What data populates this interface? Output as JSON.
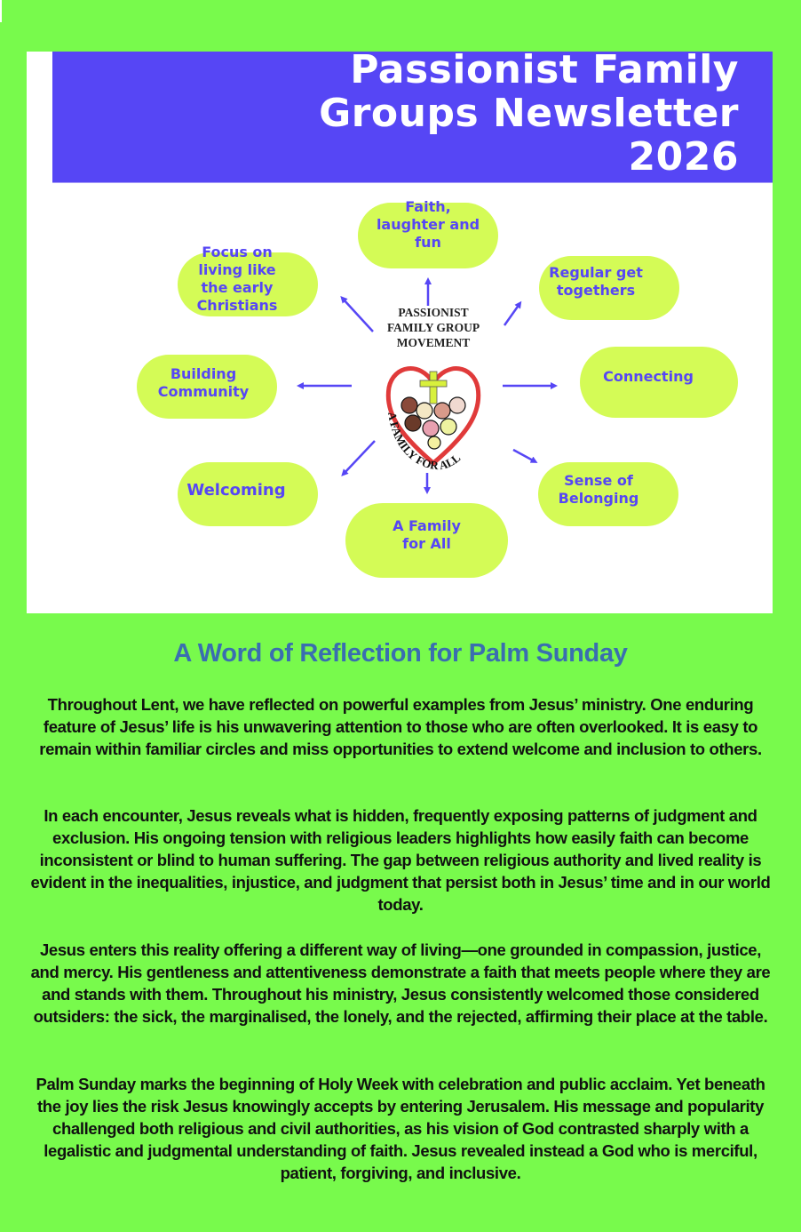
{
  "colors": {
    "page_background": "#78fa4c",
    "banner": "#5646f5",
    "bubble": "#d4fb56",
    "bubble_text": "#5646f5",
    "heading": "#3a6eb0",
    "body_text": "#111111",
    "heart": "#e03a3a",
    "cross": "#d8f03c"
  },
  "banner": {
    "title": "Passionist Family\nGroups Newsletter\n2026"
  },
  "diagram": {
    "center_logo": {
      "title": "PASSIONIST\nFAMILY GROUP\nMOVEMENT",
      "motto": "A FAMILY FOR ALL",
      "icons": [
        "heart-icon",
        "cross-icon",
        "faces-icon"
      ]
    },
    "bubbles": [
      {
        "id": "faith",
        "label": "Faith,\nlaughter and\nfun"
      },
      {
        "id": "regular",
        "label": "Regular get\ntogethers"
      },
      {
        "id": "connecting",
        "label": "Connecting"
      },
      {
        "id": "belonging",
        "label": "Sense of\nBelonging"
      },
      {
        "id": "family",
        "label": "A Family\nfor All"
      },
      {
        "id": "welcoming",
        "label": "Welcoming"
      },
      {
        "id": "community",
        "label": "Building\nCommunity"
      },
      {
        "id": "focus",
        "label": "Focus on\nliving like\nthe early\nChristians"
      }
    ]
  },
  "article": {
    "heading": "A Word of Reflection for Palm Sunday",
    "paragraphs": [
      "Throughout Lent, we have reflected on powerful examples from Jesus’ ministry. One enduring feature of Jesus’ life is his unwavering attention to those who are often overlooked. It is easy to remain within familiar circles and miss opportunities to extend welcome and inclusion to others.",
      "In each encounter, Jesus reveals what is hidden, frequently exposing patterns of judgment and exclusion. His ongoing tension with religious leaders highlights how easily faith can become inconsistent or blind to human suffering. The gap between religious authority and lived reality is evident in the inequalities, injustice, and judgment that persist both in Jesus’ time and in our world today.",
      "Jesus enters this reality offering a different way of living—one grounded in compassion, justice, and mercy. His gentleness and attentiveness demonstrate a faith that meets people where they are and stands with them. Throughout his ministry, Jesus consistently welcomed those considered outsiders: the sick, the marginalised, the lonely, and the rejected, affirming their place at the table.",
      "Palm Sunday marks the beginning of Holy Week with celebration and public acclaim. Yet beneath the joy lies the risk Jesus knowingly accepts by entering Jerusalem. His message and popularity challenged both religious and civil authorities, as his vision of God contrasted sharply with a legalistic and judgmental understanding of faith. Jesus revealed instead a God who is merciful, patient, forgiving, and inclusive."
    ]
  }
}
